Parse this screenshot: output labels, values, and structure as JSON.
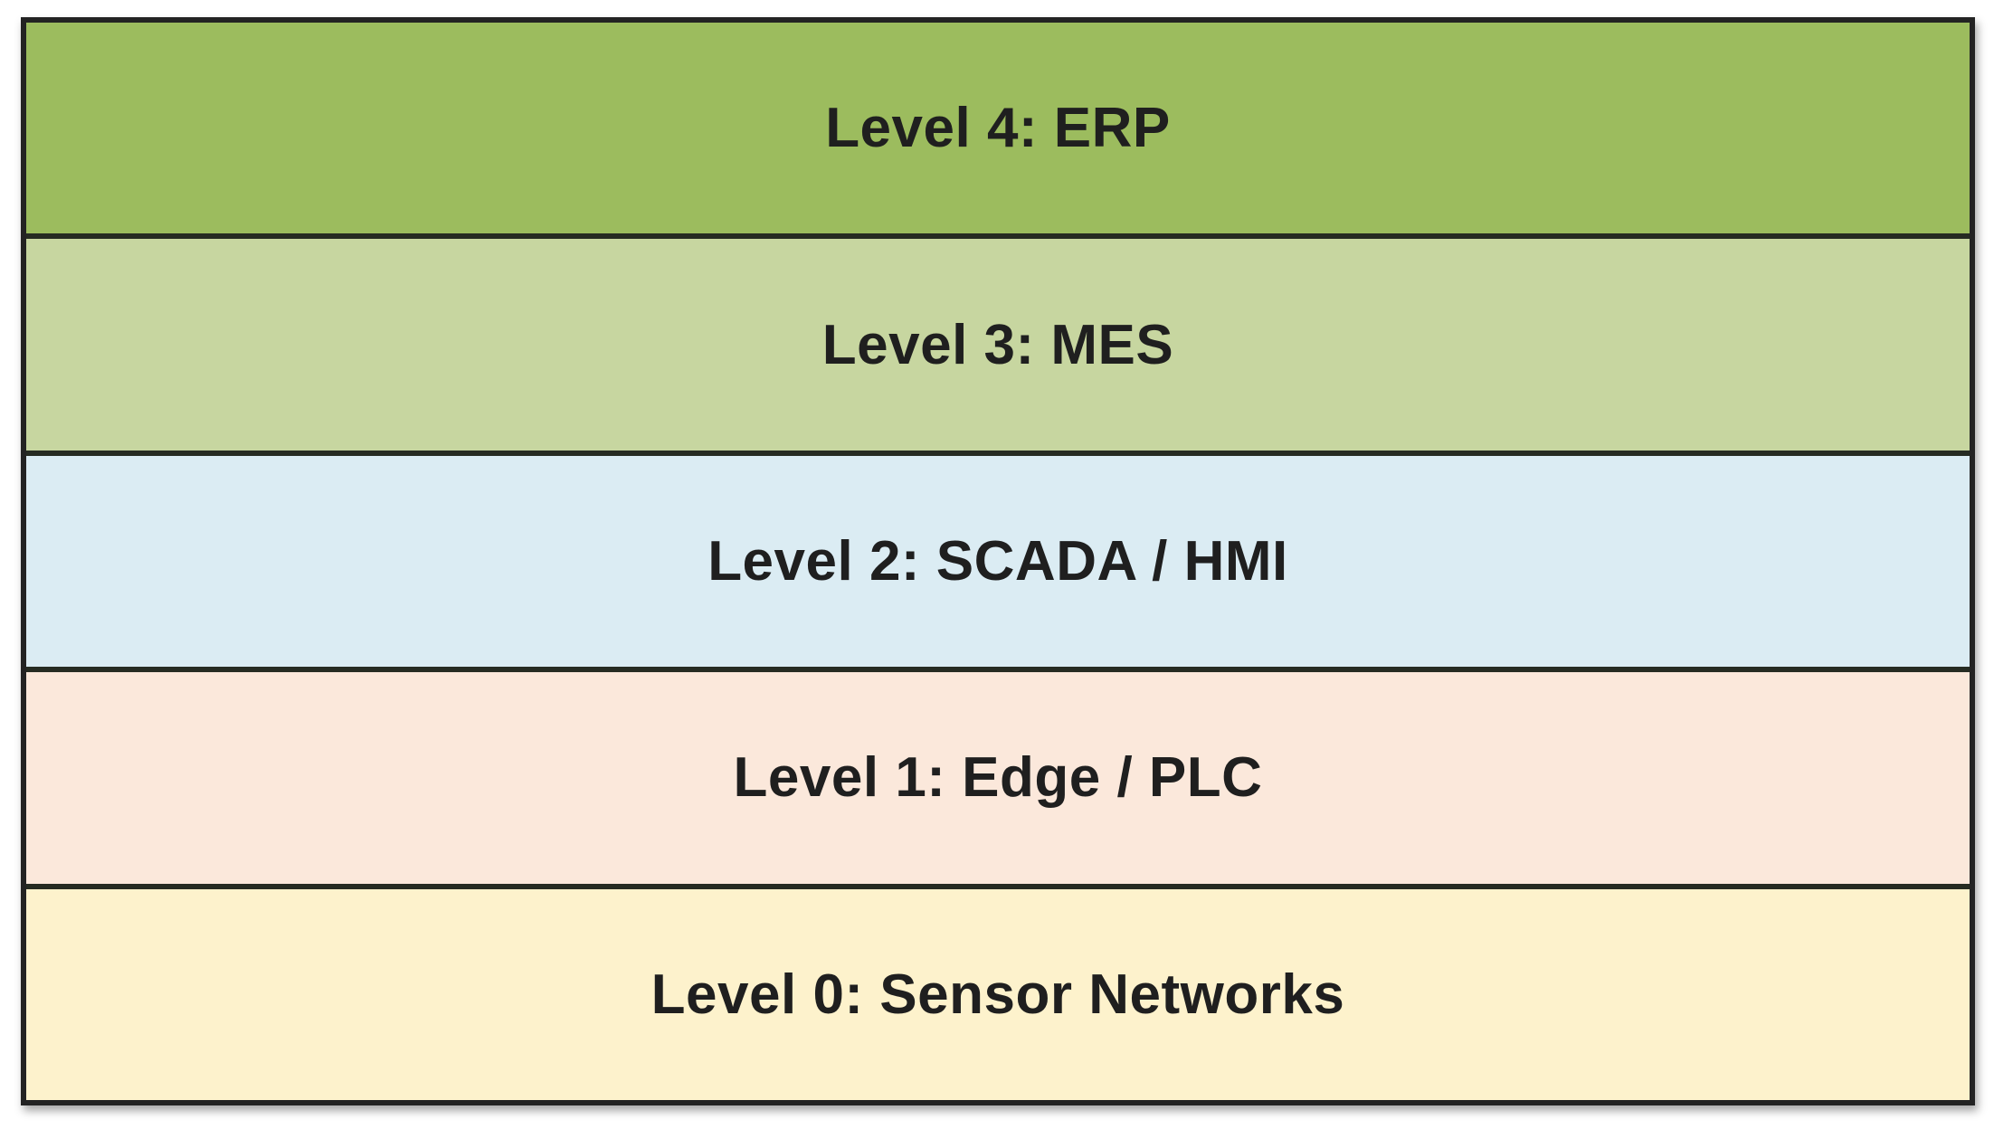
{
  "diagram": {
    "type": "layer-stack",
    "border_color": "#232323",
    "text_color": "#1f1f1f",
    "layers": [
      {
        "label": "Level 4: ERP",
        "color": "#9cbc5e"
      },
      {
        "label": "Level 3: MES",
        "color": "#c7d6a0"
      },
      {
        "label": "Level 2: SCADA / HMI",
        "color": "#dbecf3"
      },
      {
        "label": "Level 1: Edge / PLC",
        "color": "#fbe8db"
      },
      {
        "label": "Level 0: Sensor Networks",
        "color": "#fdf2cc"
      }
    ]
  }
}
